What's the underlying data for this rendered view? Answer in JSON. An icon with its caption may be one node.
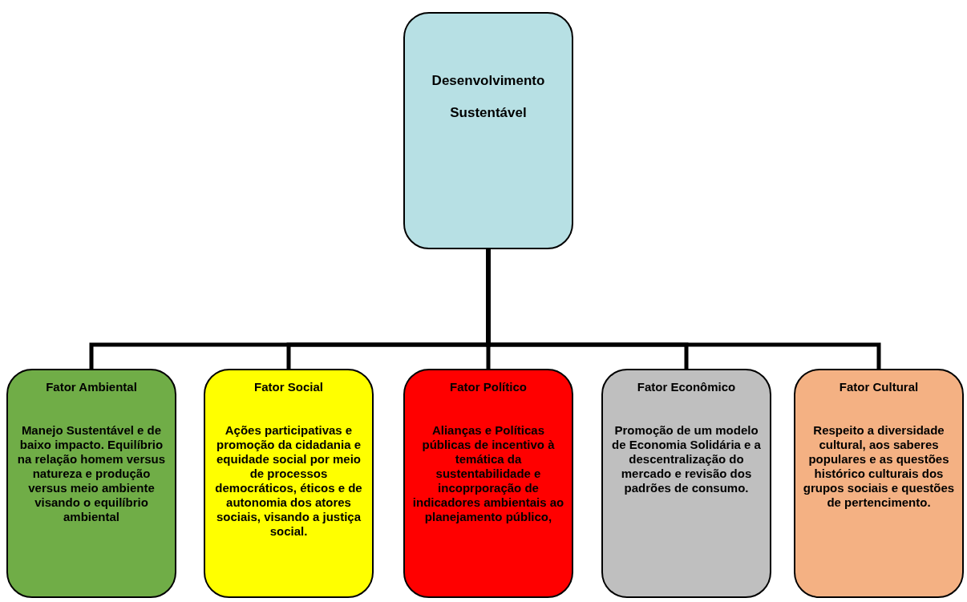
{
  "diagram": {
    "nodes": [
      {
        "text": [
          "Desenvolvimento Sustentável"
        ]
      },
      {
        "text": [
          "Fator Ambiental",
          "Manejo Sustentável e de baixo impacto. Equilíbrio na relação homem versus natureza e produção versus meio ambiente visando o equilíbrio ambiental"
        ]
      },
      {
        "text": [
          "Fator Social",
          "Ações participativas e promoção da cidadania e equidade social por meio de processos democráticos, éticos e de autonomia dos atores sociais, visando a justiça social."
        ]
      },
      {
        "text": [
          "Fator Político",
          "Alianças e Políticas públicas de incentivo à temática da sustentabilidade e incoprporação de indicadores ambientais ao planejamento público,"
        ]
      },
      {
        "text": [
          "Fator Econômico",
          "Promoção de um modelo de Economia Solidária e a descentralização do mercado e revisão dos padrões de consumo."
        ]
      },
      {
        "text": [
          "Fator Cultural",
          "Respeito a diversidade cultural, aos saberes populares e as questões histórico culturais dos grupos sociais e questões de pertencimento."
        ]
      }
    ],
    "edges": [
      {
        "from": 0,
        "to": 1,
        "arrow": "none"
      },
      {
        "from": 0,
        "to": 2,
        "arrow": "none"
      },
      {
        "from": 0,
        "to": 3,
        "arrow": "none"
      },
      {
        "from": 0,
        "to": 4,
        "arrow": "none"
      },
      {
        "from": 0,
        "to": 5,
        "arrow": "none"
      }
    ]
  }
}
